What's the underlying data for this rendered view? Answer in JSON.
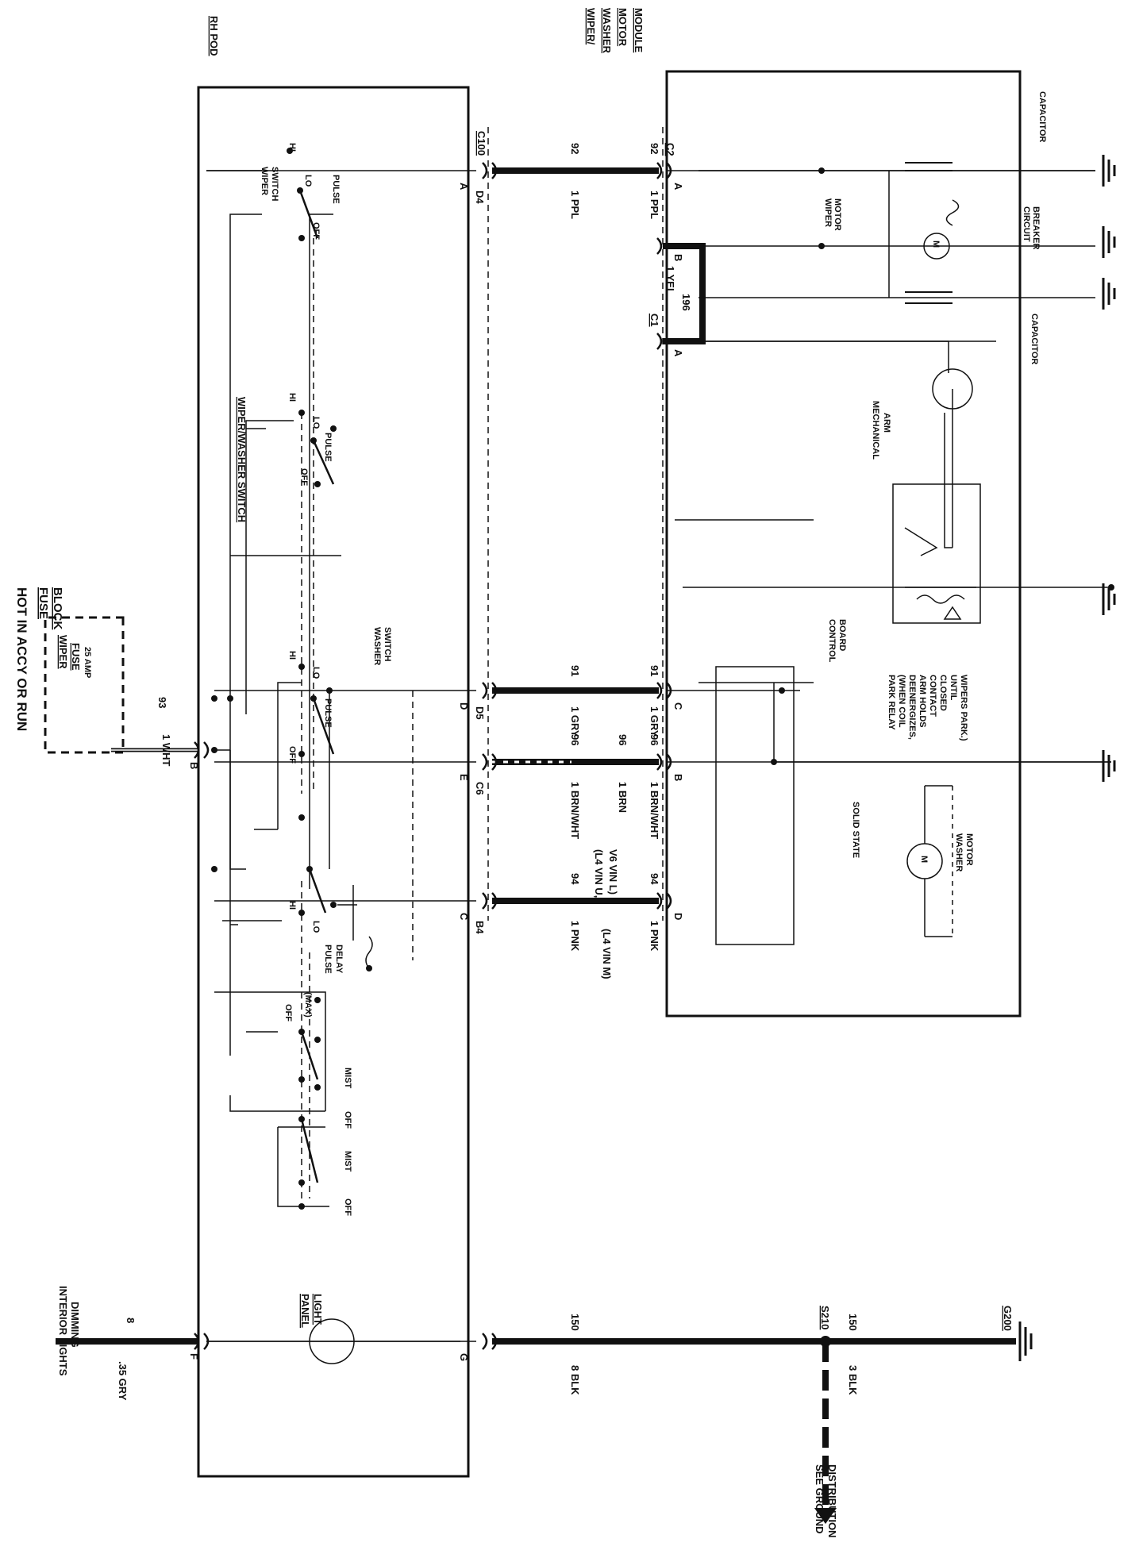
{
  "header": {
    "hot_label": "HOT IN ACCY OR RUN",
    "fuse_block_label": [
      "FUSE",
      "BLOCK"
    ],
    "wiper_fuse_label": [
      "WIPER",
      "FUSE",
      "25 AMP"
    ]
  },
  "modules": {
    "rh_pod": "RH POD",
    "wiper_washer_motor_module": [
      "WIPER/",
      "WASHER",
      "MOTOR",
      "MODULE"
    ]
  },
  "wires": {
    "w93": "93",
    "w93_color": "1 WHT",
    "w92_top": "92",
    "w92_color": "1 PPL",
    "w92_right": "92",
    "w92_right_color": "1 PPL",
    "w196": "196",
    "w196_color": "1 YEL",
    "w91": "91",
    "w91_color": "1 GRY",
    "w91_right": "91",
    "w91_right_color": "1 GRY",
    "w96": "96",
    "w96_color": "1 BRN/WHT",
    "w96_right_a": "96",
    "w96_right_a_color": "1 BRN",
    "w96_right_b": "96",
    "w96_right_b_color": "1 BRN/WHT",
    "w94": "94",
    "w94_color": "1 PNK",
    "w94_right": "94",
    "w94_right_color": "1 PNK",
    "w8": "8",
    "w8_color": ".35 GRY",
    "w150": "150",
    "w150_color": "8 BLK",
    "w150_right": "150",
    "w150_right_color": "3 BLK"
  },
  "connectors": {
    "c100": "C100",
    "c1": "C1",
    "c2": "C2",
    "d4": "D4",
    "d5": "D5",
    "c6": "C6",
    "b4": "B4",
    "pin_a": "A",
    "pin_b": "B",
    "pin_c": "C",
    "pin_d": "D",
    "pin_e": "E",
    "pin_f": "F",
    "pin_g": "G",
    "s210": "S210",
    "g200": "G200"
  },
  "vin_notes": {
    "l4_v6": [
      "(L4 VIN U,",
      "V6 VIN L)"
    ],
    "l4m": "(L4 VIN M)"
  },
  "switches": {
    "wiper_switch": [
      "WIPER",
      "SWITCH"
    ],
    "wiper_washer_switch": "WIPER/WASHER SWITCH",
    "washer_switch": [
      "WASHER",
      "SWITCH"
    ],
    "hi": "HI",
    "lo": "LO",
    "pulse": "PULSE",
    "off": "OFF",
    "mist": "MIST",
    "max": "(MAX)",
    "pulse_delay": [
      "PULSE",
      "DELAY"
    ]
  },
  "components": {
    "capacitor": "CAPACITOR",
    "circuit_breaker": [
      "CIRCUIT",
      "BREAKER"
    ],
    "wiper_motor": [
      "WIPER",
      "MOTOR"
    ],
    "mechanical_arm": [
      "MECHANICAL",
      "ARM"
    ],
    "control_board": [
      "CONTROL",
      "BOARD"
    ],
    "park_relay": [
      "PARK RELAY",
      "(WHEN COIL",
      "DEENERGIZES,",
      "ARM HOLDS",
      "CONTACT",
      "CLOSED",
      "UNTIL",
      "WIPERS PARK.)"
    ],
    "solid_state": "SOLID STATE",
    "washer_motor": [
      "WASHER",
      "MOTOR"
    ],
    "panel_light": [
      "PANEL",
      "LIGHT"
    ],
    "motor_symbol": "M"
  },
  "footer": {
    "interior_lights": [
      "INTERIOR LIGHTS",
      "DIMMING"
    ],
    "see_ground": [
      "SEE GROUND",
      "DISTRIBUTION"
    ]
  }
}
